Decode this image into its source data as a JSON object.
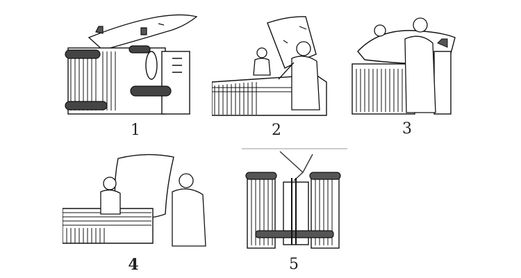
{
  "steps": [
    {
      "number": "1"
    },
    {
      "number": "2"
    },
    {
      "number": "3"
    },
    {
      "number": "4"
    },
    {
      "number": "5"
    }
  ]
}
